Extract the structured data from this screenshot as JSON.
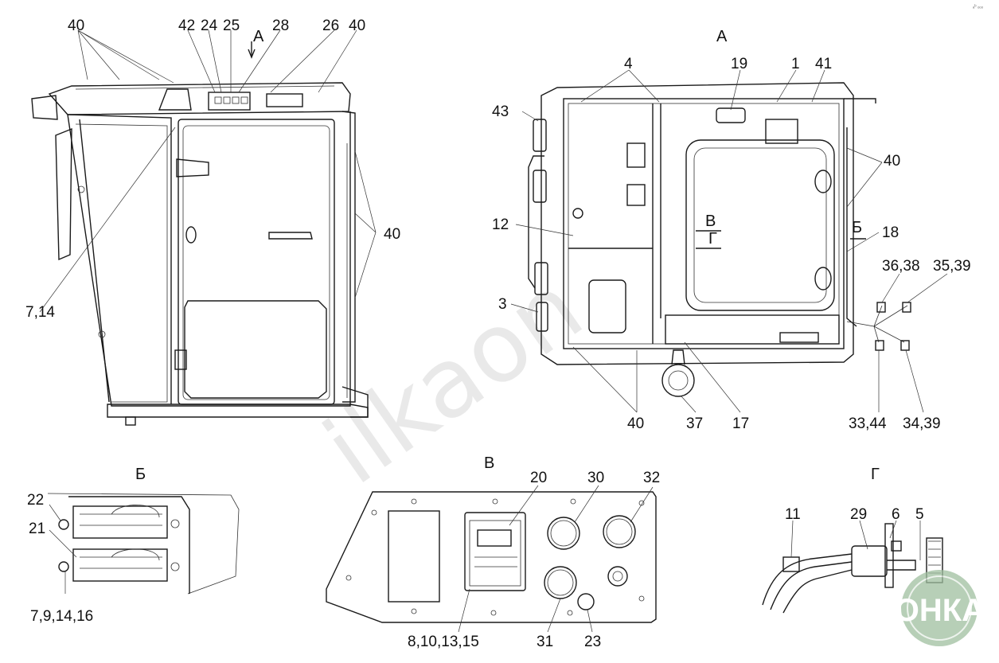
{
  "corner_mark": "ₐᵇ ₒₒₒ",
  "watermark": {
    "text": "ilkaon"
  },
  "logo": {
    "text": "АГРОНКА"
  },
  "views": {
    "A": "А",
    "B": "Б",
    "V": "В",
    "G": "Г"
  },
  "main_view": {
    "section_marker_A": "А",
    "labels": {
      "l40_top_left": "40",
      "l42": "42",
      "l24": "24",
      "l25": "25",
      "l28": "28",
      "l26": "26",
      "l40_top_right": "40",
      "l40_side": "40",
      "l7_14": "7,14"
    }
  },
  "view_A": {
    "labels": {
      "l4": "4",
      "l19": "19",
      "l1": "1",
      "l41": "41",
      "l43": "43",
      "l40_right": "40",
      "l12": "12",
      "lV": "В",
      "lG": "Г",
      "lB": "Б",
      "l18": "18",
      "l36_38": "36,38",
      "l35_39": "35,39",
      "l3": "3",
      "l40_bottom": "40",
      "l37": "37",
      "l17": "17",
      "l33_44": "33,44",
      "l34_39": "34,39"
    }
  },
  "view_B": {
    "labels": {
      "l22": "22",
      "l21": "21",
      "l7_9_14_16": "7,9,14,16"
    }
  },
  "view_V": {
    "labels": {
      "l20": "20",
      "l30": "30",
      "l32": "32",
      "l8_10_13_15": "8,10,13,15",
      "l31": "31",
      "l23": "23"
    }
  },
  "view_G": {
    "labels": {
      "l11": "11",
      "l29": "29",
      "l6": "6",
      "l5": "5"
    }
  }
}
